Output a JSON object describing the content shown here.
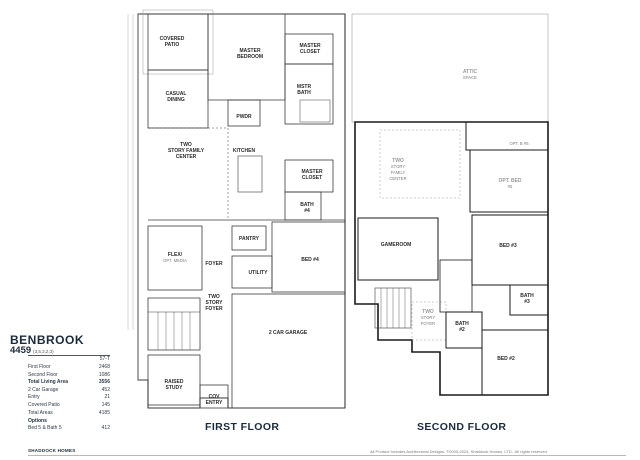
{
  "plan": {
    "name": "BENBROOK",
    "number": "4459",
    "code": "(3,5,3,2,3)",
    "style": "57-T"
  },
  "specs": [
    {
      "label": "First Floor",
      "value": "2468",
      "bold": false
    },
    {
      "label": "Second Floor",
      "value": "1086",
      "bold": false
    },
    {
      "label": "Total Living Area",
      "value": "3556",
      "bold": true
    },
    {
      "label": "2 Car Garage",
      "value": "452",
      "bold": false
    },
    {
      "label": "Entry",
      "value": "21",
      "bold": false
    },
    {
      "label": "Covered Patio",
      "value": "145",
      "bold": false
    },
    {
      "label": "Total Areas",
      "value": "4185",
      "bold": false
    }
  ],
  "options": {
    "title": "Options",
    "items": [
      {
        "label": "Bed 5 & Bath 5",
        "value": "412"
      }
    ]
  },
  "floors": {
    "first": "FIRST FLOOR",
    "second": "SECOND FLOOR"
  },
  "rooms_first": {
    "covered_patio_1": "COVERED",
    "covered_patio_2": "PATIO",
    "master_bedroom_1": "MASTER",
    "master_bedroom_2": "BEDROOM",
    "master_closet_1": "MASTER",
    "master_closet_2": "CLOSET",
    "mstr_bath_1": "MSTR",
    "mstr_bath_2": "BATH",
    "casual_dining_1": "CASUAL",
    "casual_dining_2": "DINING",
    "pwdr": "PWDR",
    "family_1": "TWO",
    "family_2": "STORY FAMILY",
    "family_3": "CENTER",
    "kitchen": "KITCHEN",
    "closet2_1": "MASTER",
    "closet2_2": "CLOSET",
    "bath4_1": "BATH",
    "bath4_2": "#4",
    "flex_1": "FLEX/",
    "flex_2": "OPT. MEDIA",
    "foyer": "FOYER",
    "pantry": "PANTRY",
    "utility": "UTILITY",
    "bed4": "BED #4",
    "story_foyer_1": "TWO",
    "story_foyer_2": "STORY",
    "story_foyer_3": "FOYER",
    "garage": "2 CAR GARAGE",
    "study_1": "RAISED",
    "study_2": "STUDY",
    "cov_entry_1": "COV",
    "cov_entry_2": "ENTRY"
  },
  "rooms_second": {
    "attic_1": "ATTIC",
    "attic_2": "SPACE",
    "opt_bath": "OPT. B #5",
    "family_1": "TWO",
    "family_2": "STORY",
    "family_3": "FAMILY",
    "family_4": "CENTER",
    "opt_bed_1": "OPT. BED",
    "opt_bed_2": "#5",
    "gameroom": "GAMEROOM",
    "bed3": "BED #3",
    "bath3_1": "BATH",
    "bath3_2": "#3",
    "foyer_1": "TWO",
    "foyer_2": "STORY",
    "foyer_3": "FOYER",
    "bath2_1": "BATH",
    "bath2_2": "#2",
    "bed2": "BED #2"
  },
  "footer": {
    "brand": "SHADDOCK HOMES",
    "legal": "All Product Includes Architectural Designs. ©2000-2024, Shaddock Homes, LTD., All rights reserved."
  }
}
